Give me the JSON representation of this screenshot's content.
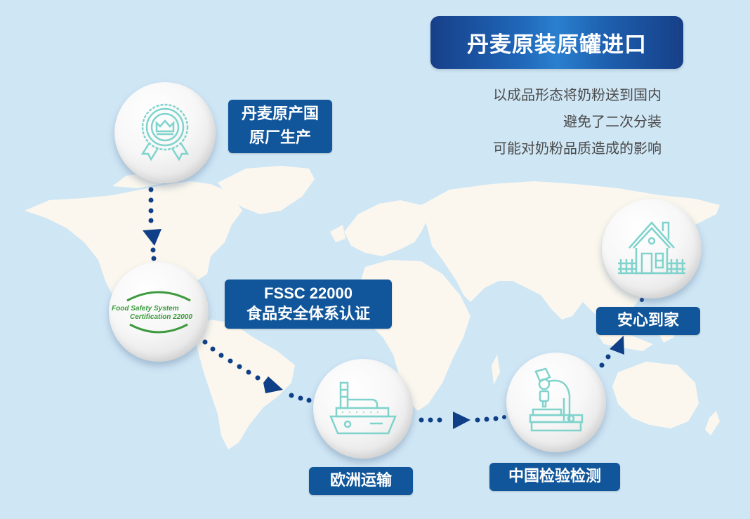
{
  "title": "丹麦原装原罐进口",
  "description": {
    "lines": [
      "以成品形态将奶粉送到国内",
      "避免了二次分装",
      "可能对奶粉品质造成的影响"
    ]
  },
  "colors": {
    "background": "#cfe6f5",
    "land": "#fbf7ee",
    "label_bg": "#11569a",
    "icon_stroke": "#7fd3cc",
    "dots": "#0f3f86"
  },
  "steps": [
    {
      "icon": "badge-crown-icon",
      "label_line1": "丹麦原产国",
      "label_line2": "原厂生产"
    },
    {
      "icon": "fssc-logo-icon",
      "logo_line1": "Food Safety System",
      "logo_line2": "Certification 22000",
      "label_line1": "FSSC 22000",
      "label_line2": "食品安全体系认证"
    },
    {
      "icon": "ship-icon",
      "label_line1": "欧洲运输"
    },
    {
      "icon": "microscope-icon",
      "label_line1": "中国检验检测"
    },
    {
      "icon": "house-icon",
      "label_line1": "安心到家"
    }
  ]
}
